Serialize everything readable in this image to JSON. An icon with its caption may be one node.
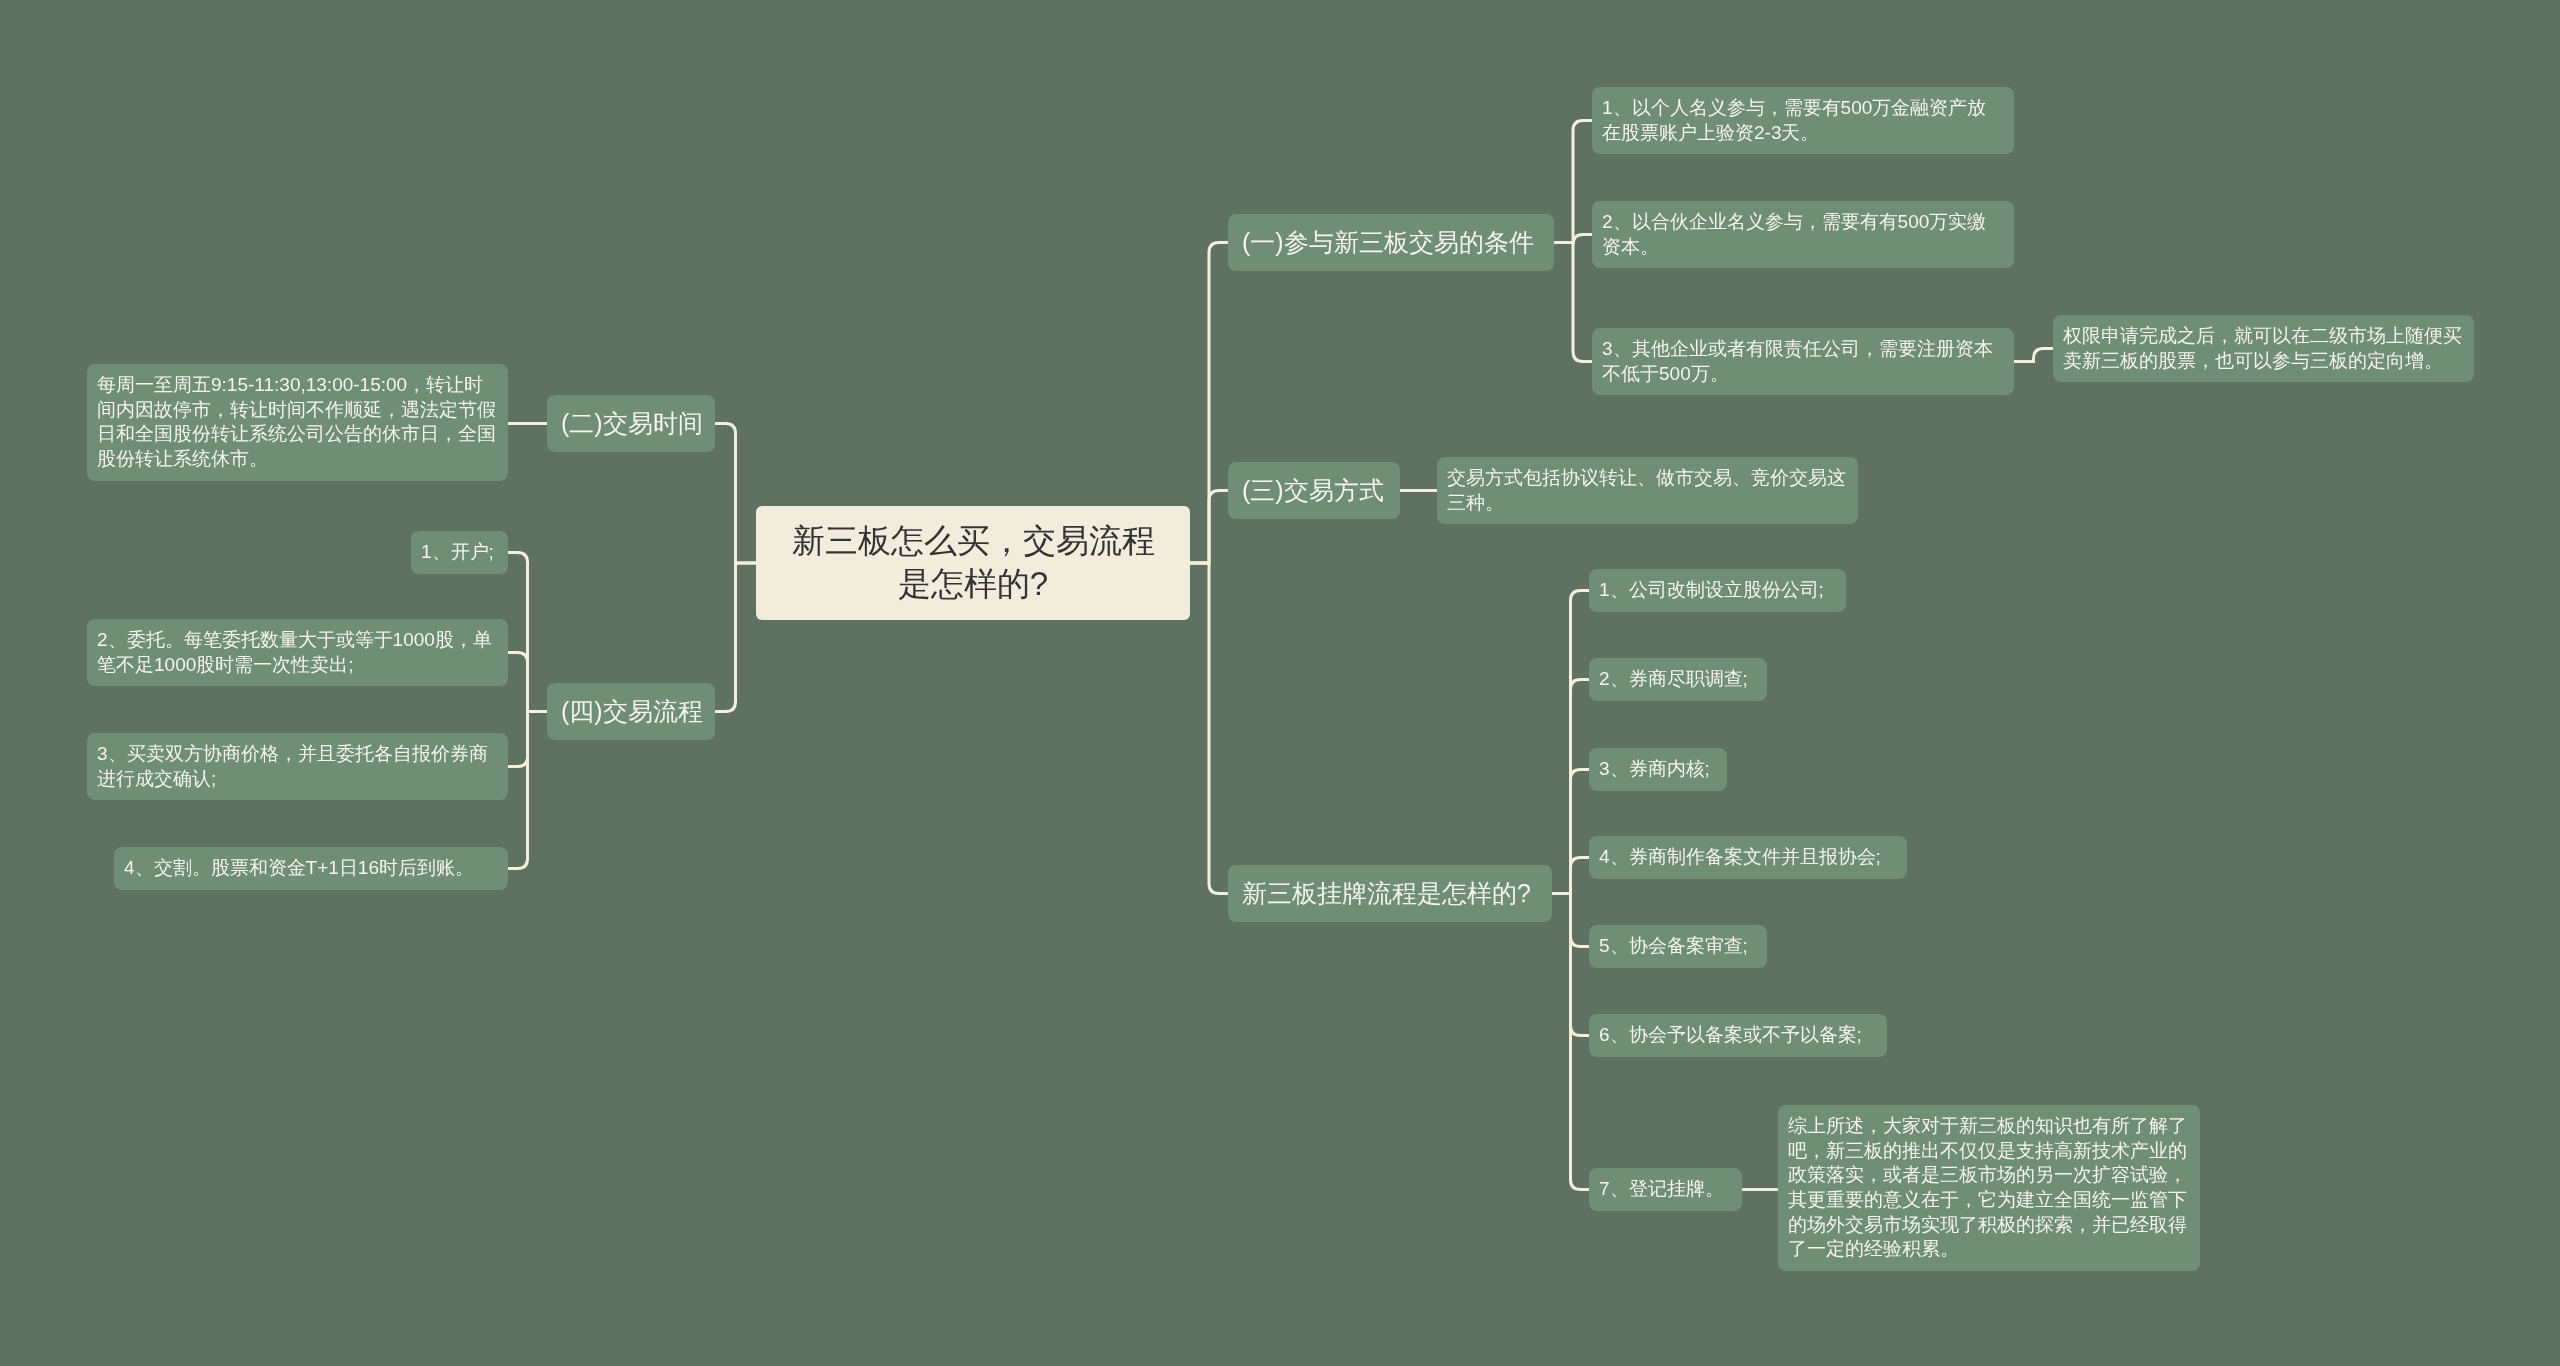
{
  "diagram": {
    "nodes": [
      {
        "text": [
          "新三板怎么买，交易流程是怎样的?"
        ]
      },
      {
        "text": [
          "(一)参与新三板交易的条件"
        ]
      },
      {
        "text": [
          "1、以个人名义参与，需要有500万金融资产放在股票账户上验资2-3天。"
        ]
      },
      {
        "text": [
          "2、以合伙企业名义参与，需要有有500万实缴资本。"
        ]
      },
      {
        "text": [
          "3、其他企业或者有限责任公司，需要注册资本不低于500万。"
        ]
      },
      {
        "text": [
          "权限申请完成之后，就可以在二级市场上随便买卖新三板的股票，也可以参与三板的定向增。"
        ]
      },
      {
        "text": [
          "(三)交易方式"
        ]
      },
      {
        "text": [
          "交易方式包括协议转让、做市交易、竞价交易这三种。"
        ]
      },
      {
        "text": [
          "新三板挂牌流程是怎样的?"
        ]
      },
      {
        "text": [
          "1、公司改制设立股份公司;"
        ]
      },
      {
        "text": [
          "2、券商尽职调查;"
        ]
      },
      {
        "text": [
          "3、券商内核;"
        ]
      },
      {
        "text": [
          "4、券商制作备案文件并且报协会;"
        ]
      },
      {
        "text": [
          "5、协会备案审查;"
        ]
      },
      {
        "text": [
          "6、协会予以备案或不予以备案;"
        ]
      },
      {
        "text": [
          "7、登记挂牌。"
        ]
      },
      {
        "text": [
          "综上所述，大家对于新三板的知识也有所了解了吧，新三板的推出不仅仅是支持高新技术产业的政策落实，或者是三板市场的另一次扩容试验，其更重要的意义在于，它为建立全国统一监管下的场外交易市场实现了积极的探索，并已经取得了一定的经验积累。"
        ]
      },
      {
        "text": [
          "(二)交易时间"
        ]
      },
      {
        "text": [
          "每周一至周五9:15-11:30,13:00-15:00，转让时间内因故停市，转让时间不作顺延，遇法定节假日和全国股份转让系统公司公告的休市日，全国股份转让系统休市。"
        ]
      },
      {
        "text": [
          "(四)交易流程"
        ]
      },
      {
        "text": [
          "1、开户;"
        ]
      },
      {
        "text": [
          "2、委托。每笔委托数量大于或等于1000股，单笔不足1000股时需一次性卖出;"
        ]
      },
      {
        "text": [
          "3、买卖双方协商价格，并且委托各自报价券商进行成交确认;"
        ]
      },
      {
        "text": [
          "4、交割。股票和资金T+1日16时后到账。"
        ]
      }
    ],
    "edges": [
      {
        "from": 0,
        "to": 1,
        "arrow": "none"
      },
      {
        "from": 1,
        "to": 2,
        "arrow": "none"
      },
      {
        "from": 1,
        "to": 3,
        "arrow": "none"
      },
      {
        "from": 1,
        "to": 4,
        "arrow": "none"
      },
      {
        "from": 4,
        "to": 5,
        "arrow": "none"
      },
      {
        "from": 0,
        "to": 6,
        "arrow": "none"
      },
      {
        "from": 6,
        "to": 7,
        "arrow": "none"
      },
      {
        "from": 0,
        "to": 8,
        "arrow": "none"
      },
      {
        "from": 8,
        "to": 9,
        "arrow": "none"
      },
      {
        "from": 8,
        "to": 10,
        "arrow": "none"
      },
      {
        "from": 8,
        "to": 11,
        "arrow": "none"
      },
      {
        "from": 8,
        "to": 12,
        "arrow": "none"
      },
      {
        "from": 8,
        "to": 13,
        "arrow": "none"
      },
      {
        "from": 8,
        "to": 14,
        "arrow": "none"
      },
      {
        "from": 8,
        "to": 15,
        "arrow": "none"
      },
      {
        "from": 15,
        "to": 16,
        "arrow": "none"
      },
      {
        "from": 0,
        "to": 17,
        "arrow": "none"
      },
      {
        "from": 17,
        "to": 18,
        "arrow": "none"
      },
      {
        "from": 0,
        "to": 19,
        "arrow": "none"
      },
      {
        "from": 19,
        "to": 20,
        "arrow": "none"
      },
      {
        "from": 19,
        "to": 21,
        "arrow": "none"
      },
      {
        "from": 19,
        "to": 22,
        "arrow": "none"
      },
      {
        "from": 19,
        "to": 23,
        "arrow": "none"
      }
    ]
  }
}
